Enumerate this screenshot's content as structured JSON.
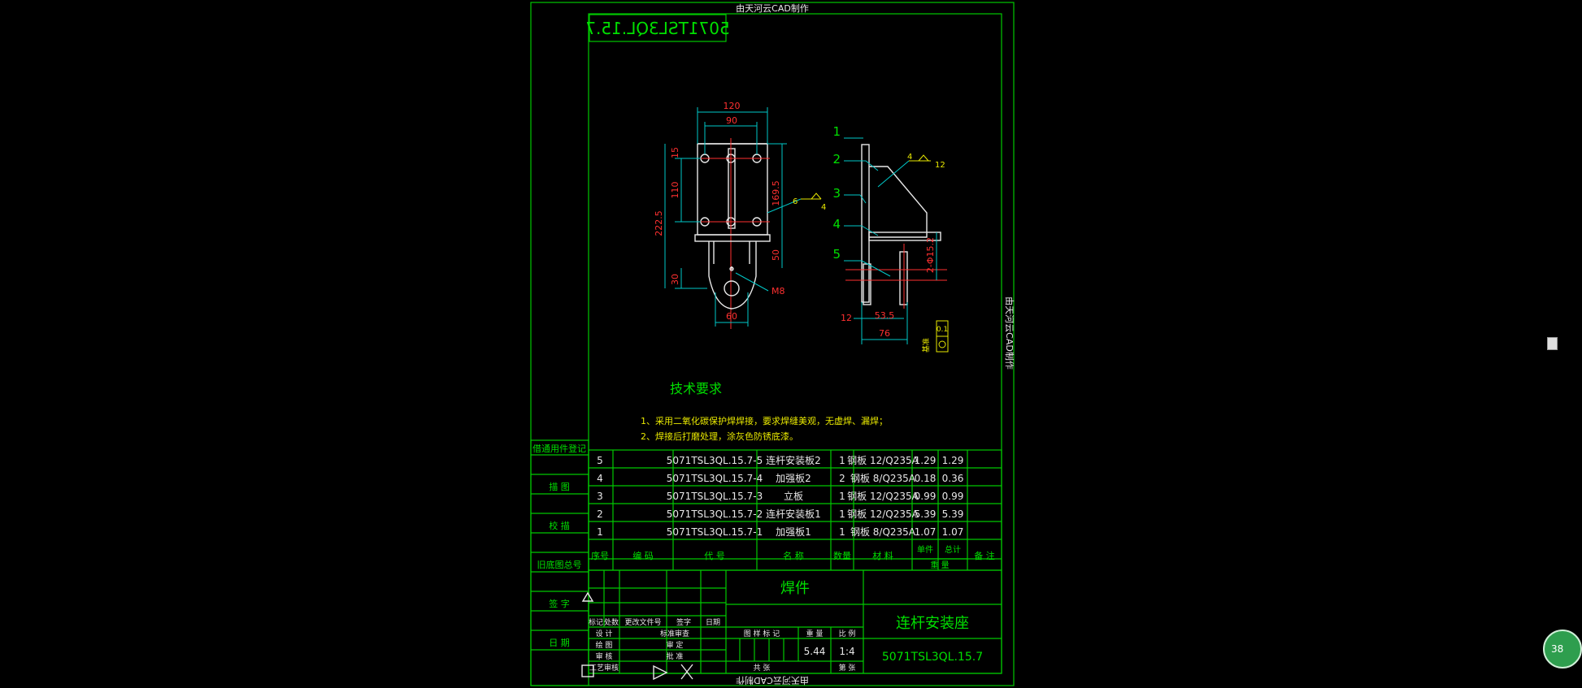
{
  "watermark": "由天河云CAD制作",
  "drawing_code_mirrored": "5071TSL3QL.15.7",
  "tech_requirements": {
    "heading": "技术要求",
    "line1": "1、采用二氧化碳保护焊焊接，要求焊缝美观，无虚焊、漏焊；",
    "line2": "2、焊接后打磨处理，涂灰色防锈底漆。"
  },
  "front_view": {
    "dims": {
      "width_outer": "120",
      "width_inner": "90",
      "height_total": "222.5",
      "hole_spacing": "110",
      "top_offset": "15",
      "right_height": "169.5",
      "lower_height": "50",
      "bottom_offset": "30",
      "bottom_width": "60",
      "hole_label": "M8"
    },
    "weld_value": "6"
  },
  "side_view": {
    "part_numbers": [
      "1",
      "2",
      "3",
      "4",
      "5"
    ],
    "dims": {
      "left": "12",
      "mid": "53.5",
      "bottom": "76",
      "right": "2-Φ15.2"
    },
    "weld_value": "4",
    "weld_length": "12",
    "datum_box_value": "0.1",
    "datum_box_label": "基准"
  },
  "left_margin": {
    "labels": [
      "借通用件登记",
      "描 图",
      "校 描",
      "旧底图总号",
      "签 字",
      "日 期"
    ]
  },
  "bom": {
    "rows": [
      {
        "seq": "5",
        "code": "",
        "part_no": "5071TSL3QL.15.7-5",
        "name": "连杆安装板2",
        "qty": "1",
        "material": "钢板 12/Q235A",
        "unit": "1.29",
        "total": "1.29",
        "remark": ""
      },
      {
        "seq": "4",
        "code": "",
        "part_no": "5071TSL3QL.15.7-4",
        "name": "加强板2",
        "qty": "2",
        "material": "钢板 8/Q235A",
        "unit": "0.18",
        "total": "0.36",
        "remark": ""
      },
      {
        "seq": "3",
        "code": "",
        "part_no": "5071TSL3QL.15.7-3",
        "name": "立板",
        "qty": "1",
        "material": "钢板 12/Q235A",
        "unit": "0.99",
        "total": "0.99",
        "remark": ""
      },
      {
        "seq": "2",
        "code": "",
        "part_no": "5071TSL3QL.15.7-2",
        "name": "连杆安装板1",
        "qty": "1",
        "material": "钢板 12/Q235A",
        "unit": "5.39",
        "total": "5.39",
        "remark": ""
      },
      {
        "seq": "1",
        "code": "",
        "part_no": "5071TSL3QL.15.7-1",
        "name": "加强板1",
        "qty": "1",
        "material": "钢板 8/Q235A",
        "unit": "1.07",
        "total": "1.07",
        "remark": ""
      }
    ],
    "header": {
      "seq": "序号",
      "code": "编 码",
      "part_no": "代 号",
      "name": "名 称",
      "qty": "数量",
      "material": "材 料",
      "unit": "单件",
      "total": "总计",
      "weight": "重 量",
      "remark": "备 注"
    }
  },
  "title_block": {
    "type": "焊件",
    "part_name": "连杆安装座",
    "drawing_no": "5071TSL3QL.15.7",
    "weight": "5.44",
    "scale": "1:4",
    "labels": {
      "stage_mark": "图 样 标 记",
      "weight": "重 量",
      "scale": "比 例",
      "sheets": "共 张",
      "sheet": "第 张",
      "mark": "标记",
      "count": "处数",
      "change_doc": "更改文件号",
      "sign": "签字",
      "date": "日期",
      "design": "设 计",
      "draw": "绘 图",
      "check": "审 核",
      "process": "工艺审核",
      "standard": "标准审查",
      "review": "审 定",
      "approve": "批 准"
    }
  },
  "badge": "38"
}
